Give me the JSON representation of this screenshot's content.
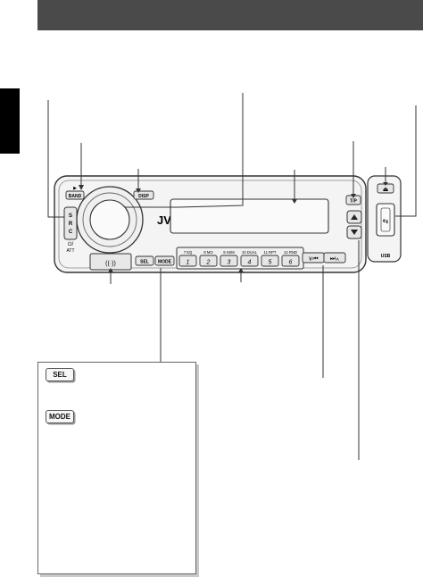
{
  "brand": "JVC",
  "buttons": {
    "band": "BAND",
    "disp": "DISP",
    "tp": "T/P",
    "sel": "SEL",
    "mode": "MODE",
    "src_letters": [
      "S",
      "R",
      "C"
    ],
    "power_att": "ATT",
    "usb": "USB"
  },
  "presets": [
    {
      "label": "7 EQ",
      "number": "1"
    },
    {
      "label": "8 MO",
      "number": "2"
    },
    {
      "label": "9 SSM",
      "number": "3"
    },
    {
      "label": "10 DUAL",
      "number": "4"
    },
    {
      "label": "11 RPT",
      "number": "5"
    },
    {
      "label": "12 RND",
      "number": "6"
    }
  ],
  "icons": [
    "eject-icon",
    "usb-icon",
    "up-arrow-icon",
    "down-arrow-icon",
    "prev-track-icon",
    "next-track-icon",
    "remote-sensor-icon"
  ],
  "callout": {
    "sel_key": "SEL",
    "mode_key": "MODE"
  },
  "colors": {
    "header": "#4a4a4a",
    "tab": "#000000",
    "line": "#333333"
  }
}
